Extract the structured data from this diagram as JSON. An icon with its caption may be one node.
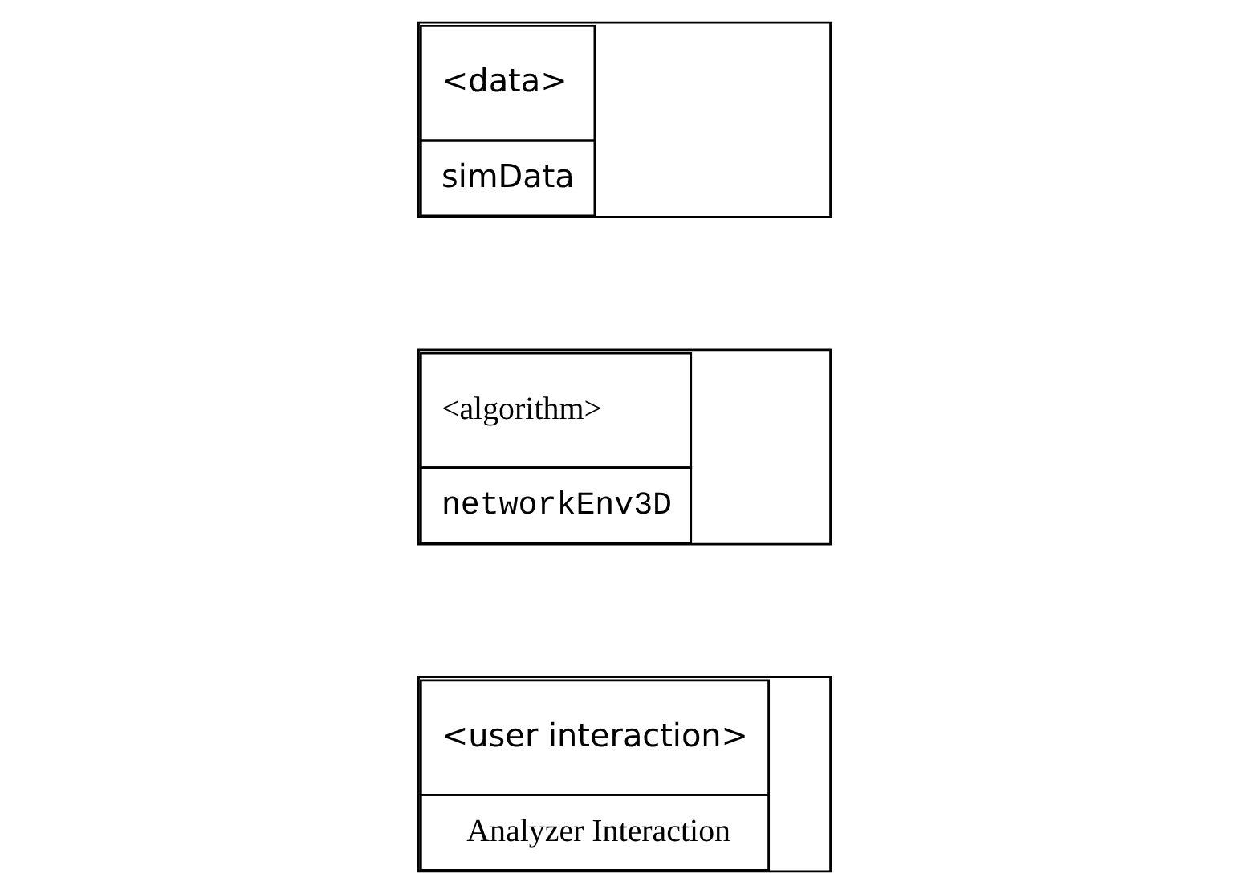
{
  "diagram": {
    "nodes": [
      {
        "text": [
          "<user interaction>",
          "Analyzer Interaction"
        ]
      },
      {
        "text": [
          "<algorithm>",
          "networkEnv3D"
        ]
      },
      {
        "text": [
          "<data>",
          "simData"
        ]
      }
    ]
  }
}
